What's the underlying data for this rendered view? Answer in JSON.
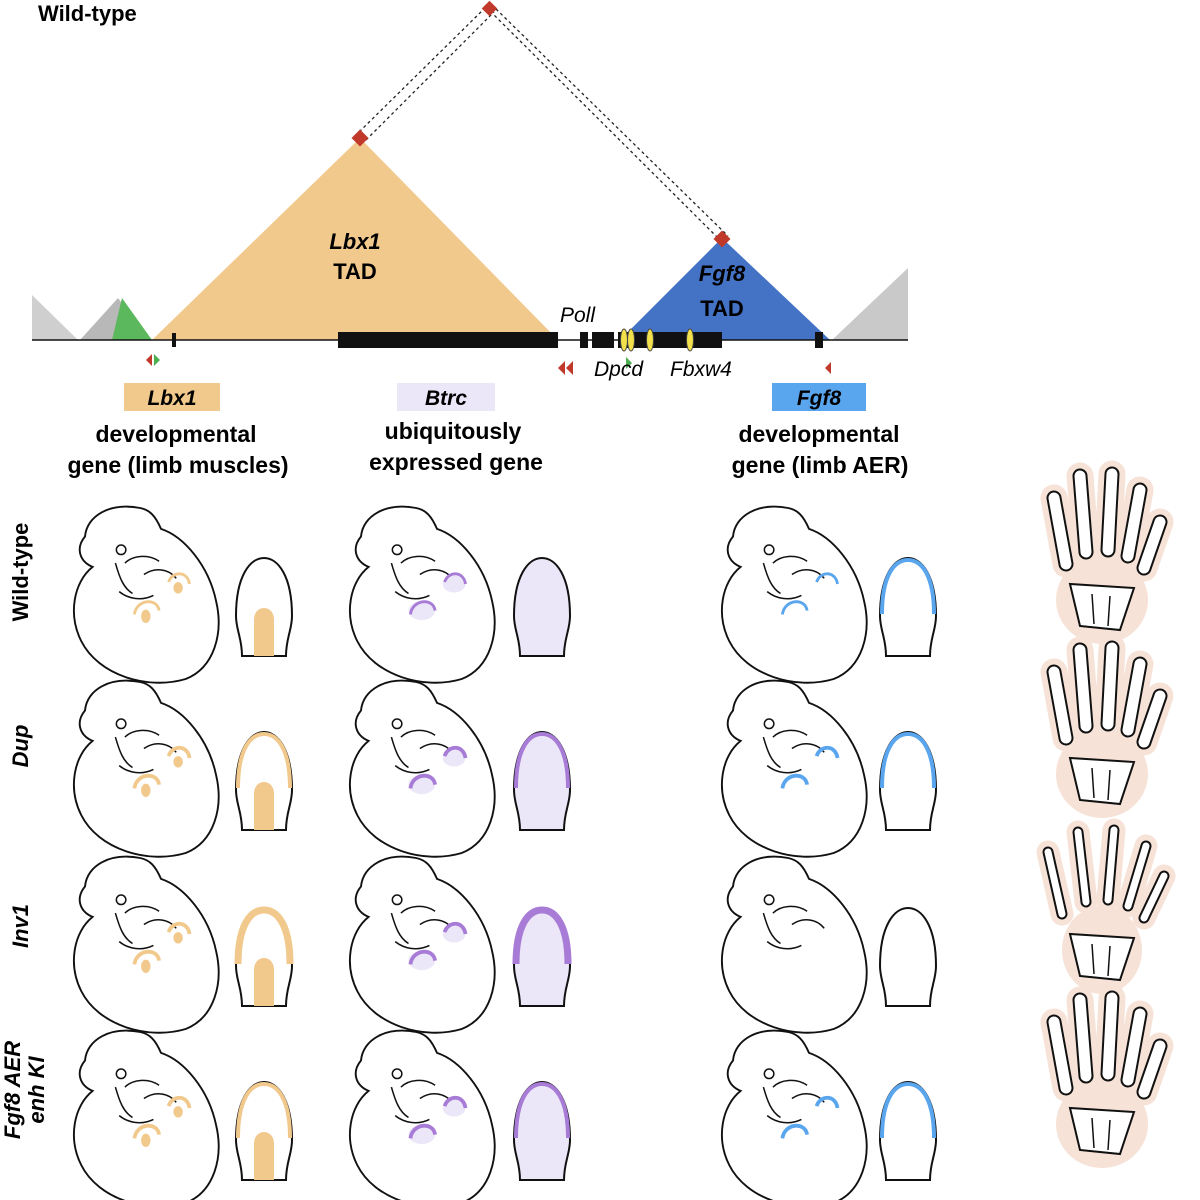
{
  "title": "Wild-type",
  "tads": {
    "lbx1": {
      "name": "Lbx1",
      "suffix": "TAD"
    },
    "fgf8": {
      "name": "Fgf8",
      "suffix": "TAD"
    }
  },
  "genes": {
    "poll": "Poll",
    "dpcd": "Dpcd",
    "fbxw4": "Fbxw4"
  },
  "columns": [
    {
      "gene": "Lbx1",
      "desc_line1": "developmental",
      "desc_line2": "gene (limb muscles)",
      "color": "#f2c98c"
    },
    {
      "gene": "Btrc",
      "desc_line1": "ubiquitously",
      "desc_line2": "expressed gene",
      "color": "#ece6f9"
    },
    {
      "gene": "Fgf8",
      "desc_line1": "developmental",
      "desc_line2": "gene (limb AER)",
      "color": "#5aa6ee"
    }
  ],
  "rows": [
    {
      "label": "Wild-type",
      "label2": "",
      "italic": false
    },
    {
      "label": "Dup",
      "label2": "",
      "italic": true
    },
    {
      "label": "Inv1",
      "label2": "",
      "italic": true
    },
    {
      "label": "Fgf8 AER",
      "label2": "enh KI",
      "italic": true
    }
  ],
  "colors": {
    "lbx1_tad": "#f2c98c",
    "fgf8_tad": "#4472c4",
    "ctcf": "#c0392b",
    "ctcf_green": "#4caf50",
    "enhancer": "#f3e14b",
    "btrc_fill": "#ece6f9",
    "btrc_line": "#a77bd6",
    "fgf8_line": "#5aa6ee",
    "lbx1_line": "#f2c98c",
    "skin": "#f6e2d6"
  }
}
